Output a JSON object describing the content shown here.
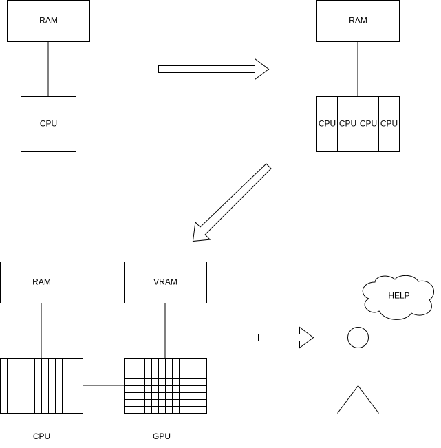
{
  "stage1": {
    "ram_label": "RAM",
    "cpu_label": "CPU"
  },
  "stage2": {
    "ram_label": "RAM",
    "cpu_labels": [
      "CPU",
      "CPU",
      "CPU",
      "CPU"
    ]
  },
  "stage3": {
    "ram_label": "RAM",
    "vram_label": "VRAM",
    "cpu_label": "CPU",
    "gpu_label": "GPU"
  },
  "stage4": {
    "thought_label": "HELP"
  },
  "colors": {
    "stroke": "#000000",
    "fill": "#ffffff"
  }
}
